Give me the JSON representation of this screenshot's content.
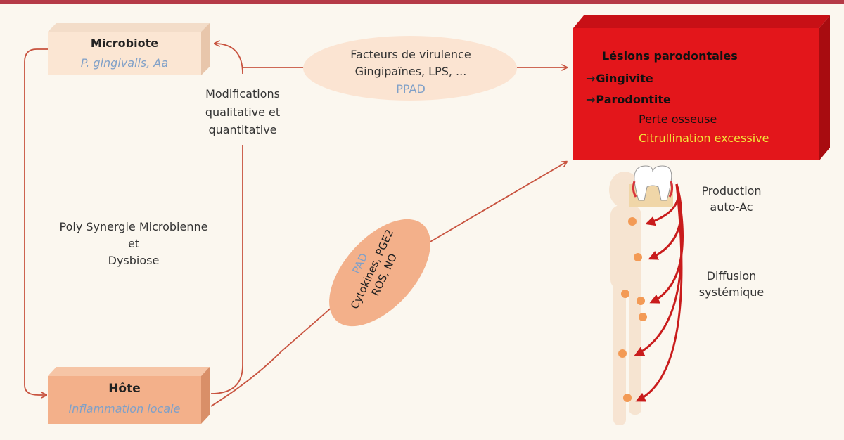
{
  "colors": {
    "accent": "#b53a47",
    "arrow": "#c8533f",
    "lesion_red": "#e3161b",
    "microbiote_box": "#fbe6d3",
    "hote_box": "#f3b08a",
    "blue_text": "#7fa0c8",
    "yellow_text": "#f2e83a"
  },
  "microbiote": {
    "title": "Microbiote",
    "subtitle": "P. gingivalis, Aa"
  },
  "hote": {
    "title": "Hôte",
    "subtitle": "Inflammation locale"
  },
  "virulence": {
    "line1": "Facteurs de virulence",
    "line2": "Gingipaïnes, LPS, ...",
    "line3": "PPAD"
  },
  "modifications": {
    "line1": "Modifications",
    "line2": "qualitative et",
    "line3": "quantitative"
  },
  "synergy": {
    "line1": "Poly Synergie Microbienne",
    "line2": "et",
    "line3": "Dysbiose"
  },
  "mediators": {
    "line1": "PAD",
    "line2": "Cytokines, PGE2",
    "line3": "ROS, NO"
  },
  "lesions": {
    "title": "Lésions parodontales",
    "arrow_glyph": "→",
    "gingivite": "Gingivite",
    "parodontite": "Parodontite",
    "perte": "Perte osseuse",
    "citrullination": "Citrullination excessive"
  },
  "production": {
    "line1": "Production",
    "line2": "auto-Ac"
  },
  "diffusion": {
    "line1": "Diffusion",
    "line2": "systémique"
  }
}
